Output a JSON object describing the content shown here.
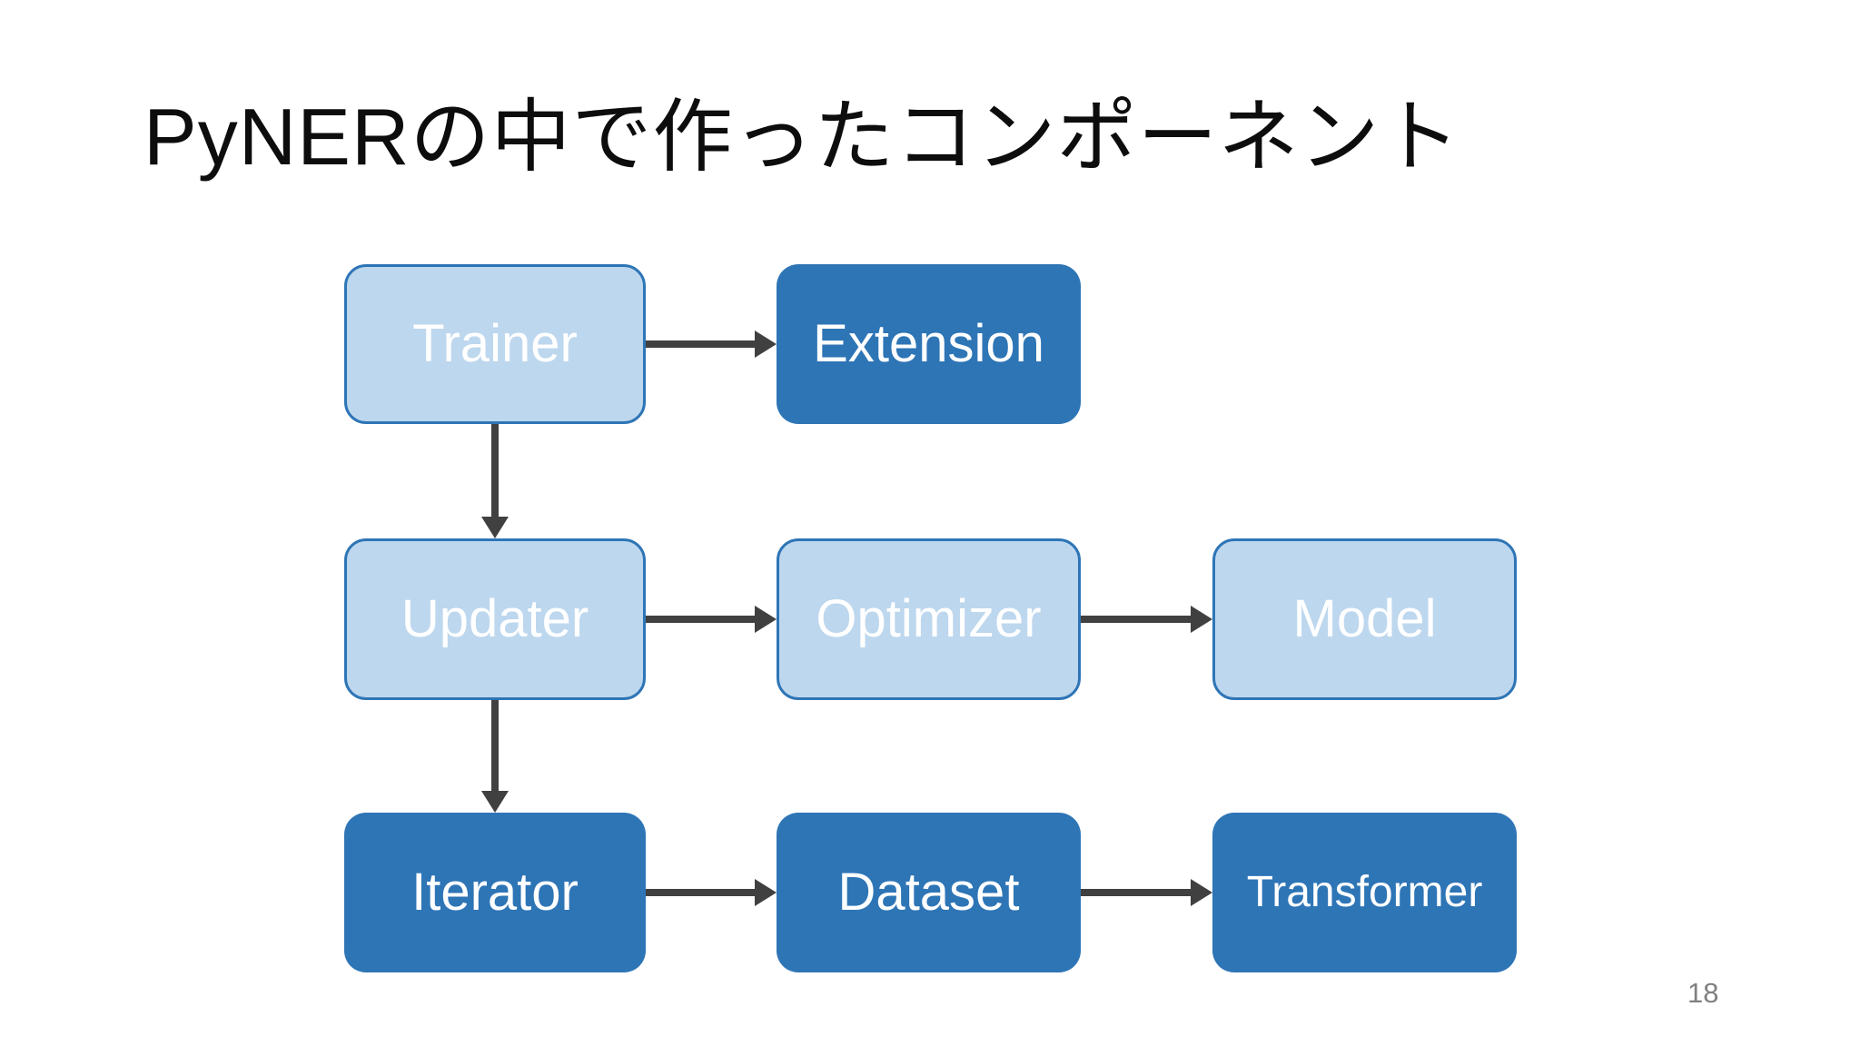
{
  "slide": {
    "title": "PyNERの中で作ったコンポーネント",
    "page_number": "18"
  },
  "colors": {
    "background": "#FFFFFF",
    "title_text": "#0D0D0D",
    "box_text": "#FFFFFF",
    "light_box_fill": "#BDD7EE",
    "light_box_border": "#2E75B6",
    "dark_box_fill": "#2E75B6",
    "arrow": "#404040",
    "page_number_text": "#808080"
  },
  "diagram": {
    "nodes": [
      {
        "id": "trainer",
        "label": "Trainer",
        "variant": "light",
        "row": 1,
        "col": 1
      },
      {
        "id": "extension",
        "label": "Extension",
        "variant": "dark",
        "row": 1,
        "col": 2
      },
      {
        "id": "updater",
        "label": "Updater",
        "variant": "light",
        "row": 2,
        "col": 1
      },
      {
        "id": "optimizer",
        "label": "Optimizer",
        "variant": "light",
        "row": 2,
        "col": 2
      },
      {
        "id": "model",
        "label": "Model",
        "variant": "light",
        "row": 2,
        "col": 3
      },
      {
        "id": "iterator",
        "label": "Iterator",
        "variant": "dark",
        "row": 3,
        "col": 1
      },
      {
        "id": "dataset",
        "label": "Dataset",
        "variant": "dark",
        "row": 3,
        "col": 2
      },
      {
        "id": "transformer",
        "label": "Transformer",
        "variant": "dark",
        "row": 3,
        "col": 3
      }
    ],
    "edges": [
      {
        "from": "Trainer",
        "to": "Extension",
        "direction": "right"
      },
      {
        "from": "Trainer",
        "to": "Updater",
        "direction": "down"
      },
      {
        "from": "Updater",
        "to": "Optimizer",
        "direction": "right"
      },
      {
        "from": "Optimizer",
        "to": "Model",
        "direction": "right"
      },
      {
        "from": "Updater",
        "to": "Iterator",
        "direction": "down"
      },
      {
        "from": "Iterator",
        "to": "Dataset",
        "direction": "right"
      },
      {
        "from": "Dataset",
        "to": "Transformer",
        "direction": "right"
      }
    ]
  }
}
